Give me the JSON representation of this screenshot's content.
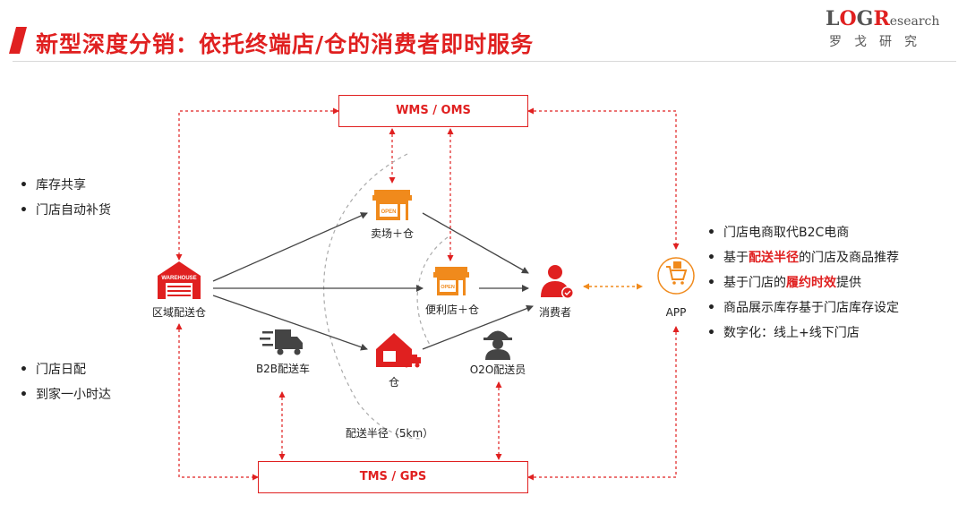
{
  "header": {
    "title": "新型深度分销：依托终端店/仓的消费者即时服务",
    "logo_prefix": "L",
    "logo_o": "O",
    "logo_g": "G",
    "logo_r": "R",
    "logo_suffix": "esearch",
    "logo_sub": "罗戈研究"
  },
  "left_bullets_top": [
    "库存共享",
    "门店自动补货"
  ],
  "left_bullets_bottom": [
    "门店日配",
    "到家一小时达"
  ],
  "right_bullets": [
    {
      "pre": "门店电商取代B2C电商",
      "hl": "",
      "post": ""
    },
    {
      "pre": "基于",
      "hl": "配送半径",
      "post": "的门店及商品推荐"
    },
    {
      "pre": "基于门店的",
      "hl": "履约时效",
      "post": "提供"
    },
    {
      "pre": "商品展示库存基于门店库存设定",
      "hl": "",
      "post": ""
    },
    {
      "pre": "数字化：线上+线下门店",
      "hl": "",
      "post": ""
    }
  ],
  "diagram": {
    "wms": "WMS / OMS",
    "tms": "TMS / GPS",
    "nodes": {
      "warehouse": "区域配送仓",
      "store": "卖场＋仓",
      "convenience": "便利店＋仓",
      "cang": "仓",
      "consumer": "消费者",
      "app": "APP",
      "truck": "B2B配送车",
      "courier": "O2O配送员"
    },
    "radius_label": "配送半径（5km）",
    "warehouse_sign": "WAREHOUSE",
    "open_sign": "OPEN"
  },
  "colors": {
    "accent": "#e02020",
    "orange": "#f08a1c",
    "line": "#444444"
  }
}
